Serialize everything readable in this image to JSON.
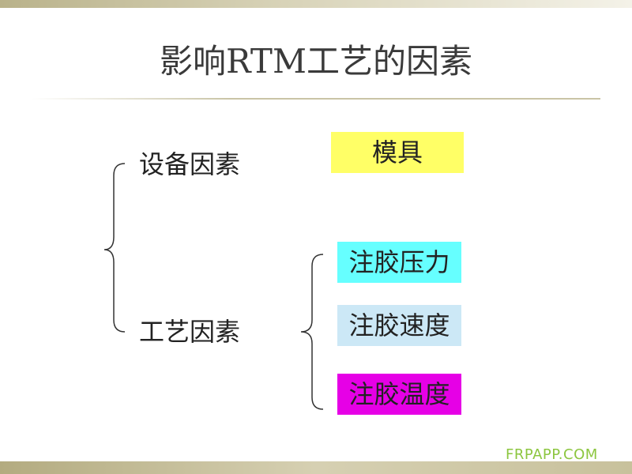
{
  "slide": {
    "title": "影响RTM工艺的因素",
    "equipment_factor": "设备因素",
    "process_factor": "工艺因素",
    "boxes": [
      {
        "label": "模具",
        "color": "#ffff66"
      },
      {
        "label": "注胶压力",
        "color": "#66ffff"
      },
      {
        "label": "注胶速度",
        "color": "#cce8f6"
      },
      {
        "label": "注胶温度",
        "color": "#e600e6"
      }
    ],
    "accent_color": "#c9c4a6"
  },
  "watermark": "FRPAPP.COM"
}
